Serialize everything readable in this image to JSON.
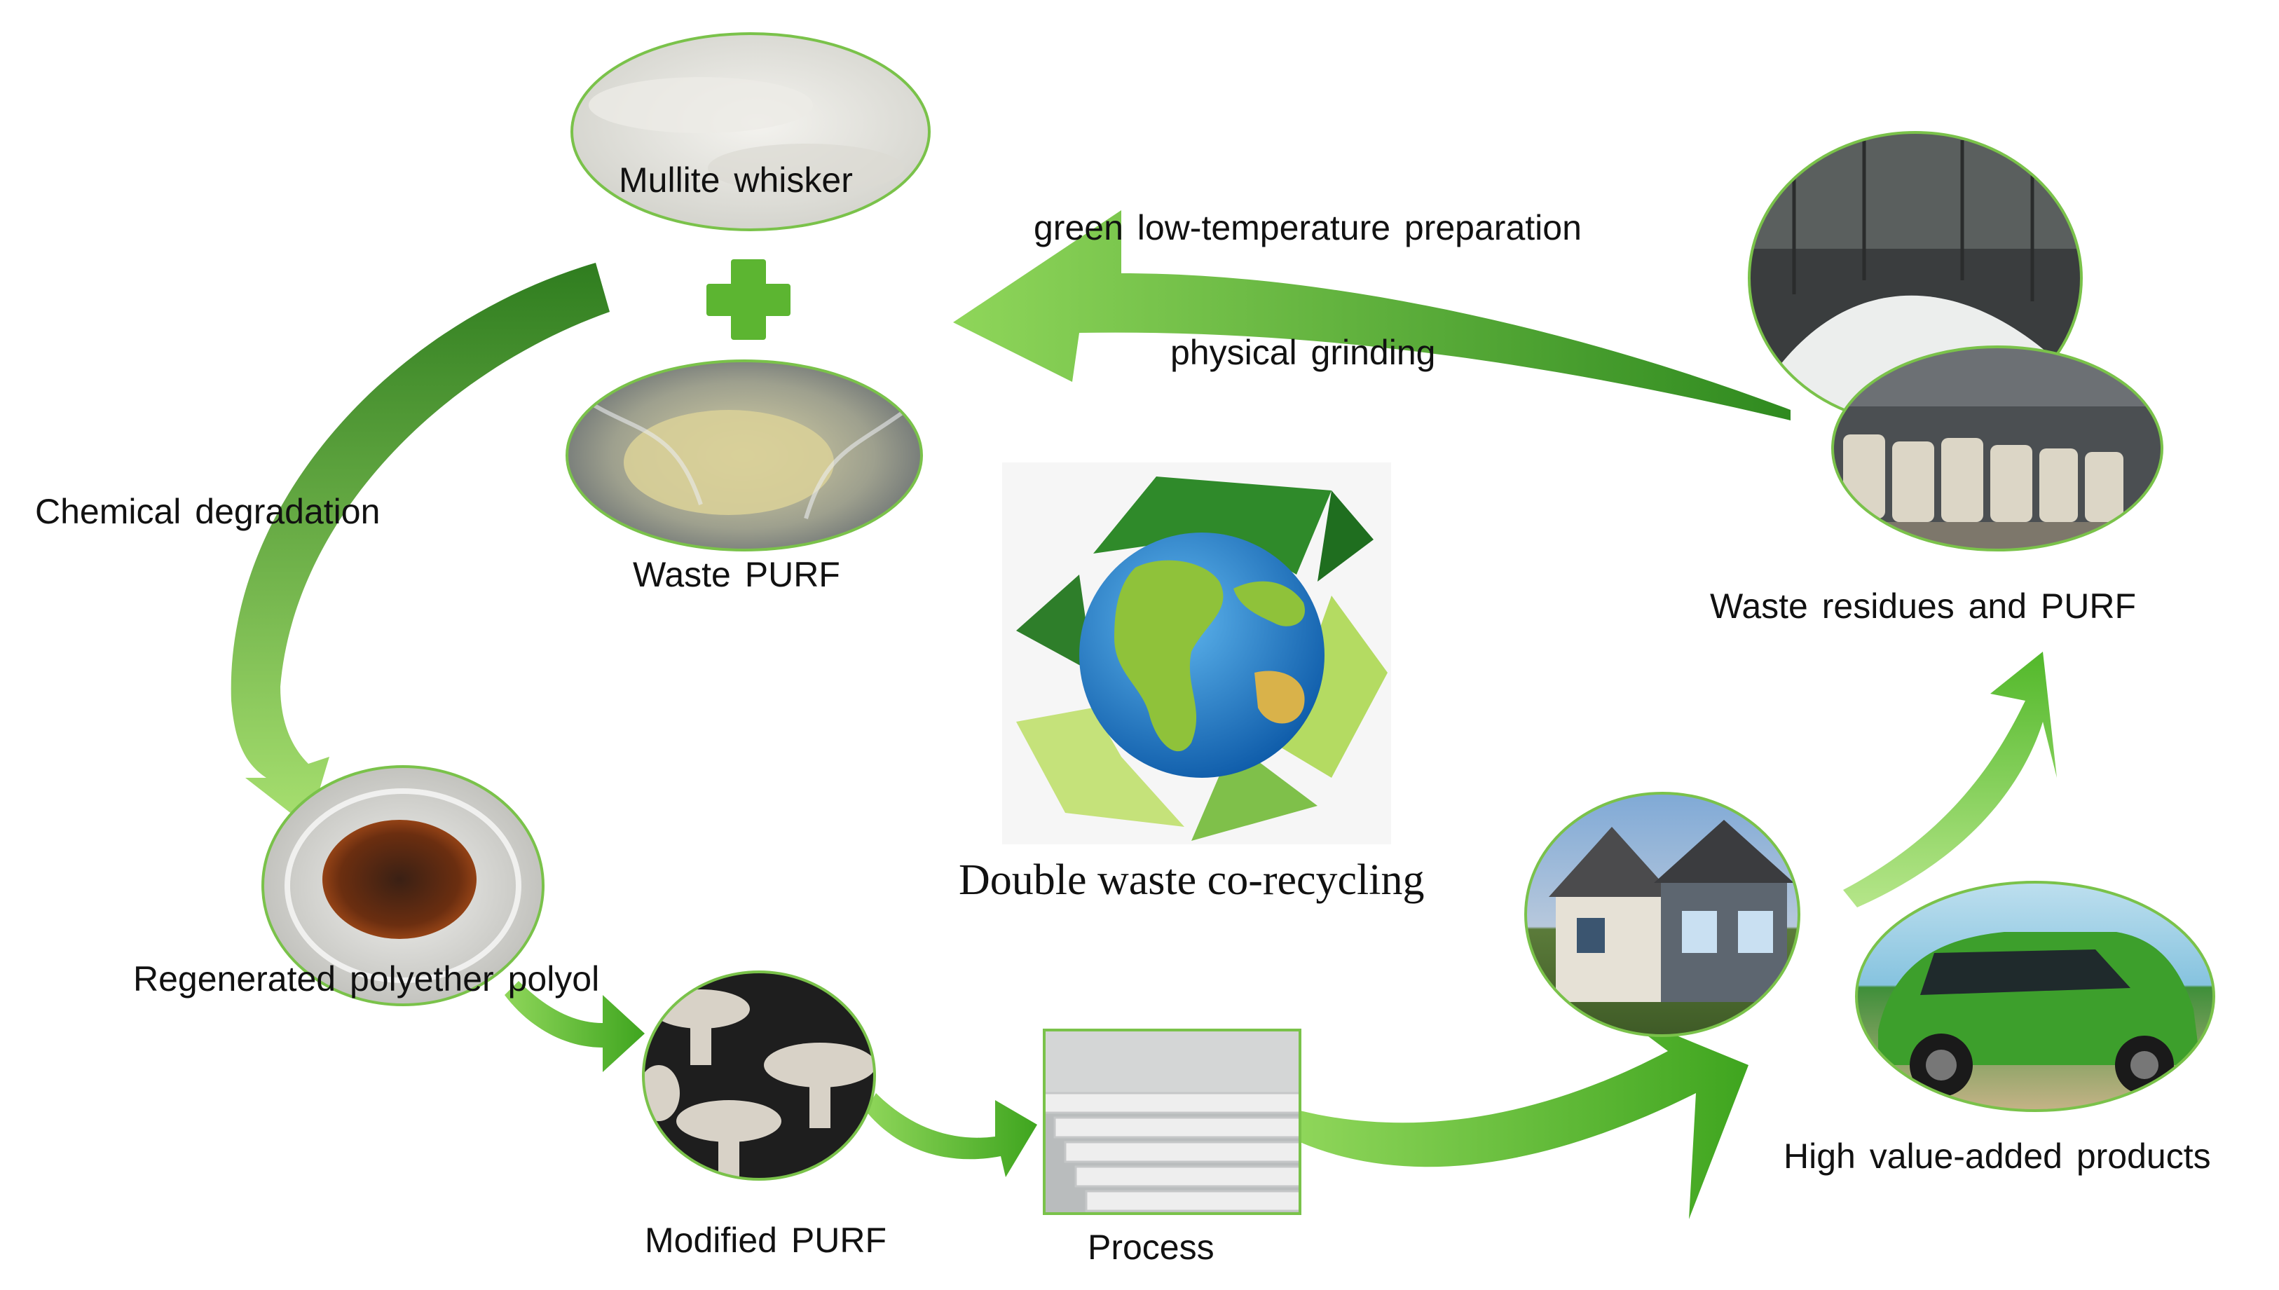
{
  "labels": {
    "mullite": "Mullite whisker",
    "waste_purf": "Waste PURF",
    "chemical": "Chemical degradation",
    "green_prep": "green low-temperature preparation",
    "grinding": "physical grinding",
    "residues": "Waste residues and PURF",
    "regen": "Regenerated polyether polyol",
    "modified": "Modified PURF",
    "process": "Process",
    "high_value": "High value-added products",
    "center": "Double waste co-recycling"
  },
  "icons": [
    "plus-icon",
    "recycle-icon",
    "globe-icon"
  ],
  "colors": {
    "arrow_green": "#5cbf2a",
    "arrow_dark": "#2f7d1f",
    "plus_green": "#5cb531"
  }
}
